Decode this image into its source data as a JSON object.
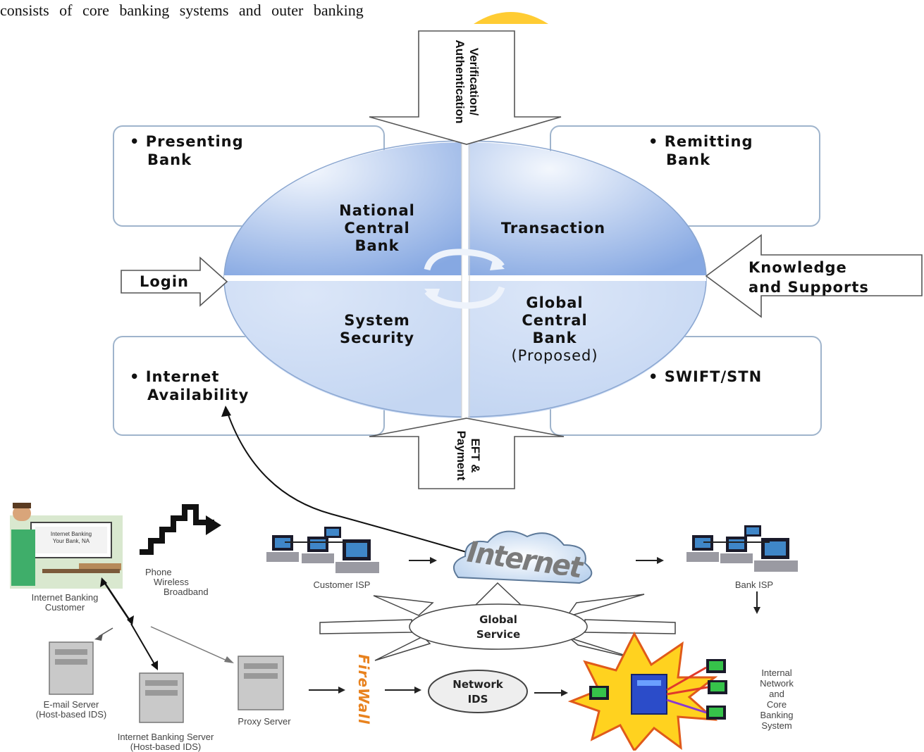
{
  "text_snippet": "consists of core banking systems and outer banking",
  "corner_boxes": {
    "top_left": [
      "• Presenting",
      "Bank"
    ],
    "top_right": [
      "• Remitting",
      "Bank"
    ],
    "bottom_left": [
      "• Internet",
      "Availability"
    ],
    "bottom_right": [
      "• SWIFT/STN"
    ]
  },
  "quadrants": {
    "top_left": [
      "National",
      "Central",
      "Bank"
    ],
    "top_right": [
      "Transaction"
    ],
    "bottom_left": [
      "System",
      "Security"
    ],
    "bottom_right": [
      "Global",
      "Central",
      "Bank",
      "(Proposed)"
    ]
  },
  "arrows": {
    "top": [
      "Verification/",
      "Authentication"
    ],
    "bottom": [
      "EFT &",
      "Payment"
    ],
    "left": "Login",
    "right": [
      "Knowledge",
      "and Supports"
    ]
  },
  "network": {
    "monitor_text": [
      "Internet Banking",
      "Your Bank, NA"
    ],
    "customer": [
      "Internet Banking",
      "Customer"
    ],
    "phone": [
      "Phone",
      "Wireless",
      "Broadband"
    ],
    "customer_isp": "Customer ISP",
    "internet": "Internet",
    "bank_isp": "Bank ISP",
    "global_service": [
      "Global",
      "Service"
    ],
    "email_server": [
      "E-mail Server",
      "(Host-based IDS)"
    ],
    "ib_server": [
      "Internet Banking Server",
      "(Host-based IDS)"
    ],
    "proxy_server": "Proxy Server",
    "firewall": "FireWall",
    "network_ids": [
      "Network",
      "IDS"
    ],
    "internal_network": [
      "Internal",
      "Network",
      "and",
      "Core",
      "Banking",
      "System"
    ]
  },
  "colors": {
    "circle_light": "#e4edfa",
    "circle_dark": "#8fb0e6",
    "box_border": "#9fb4cc",
    "firewall": "#e8821e",
    "highlight": "#ffcc33"
  }
}
